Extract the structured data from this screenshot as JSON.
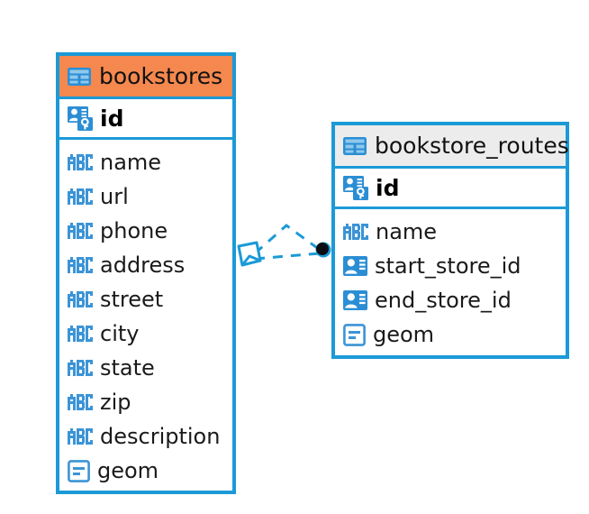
{
  "diagram": {
    "type": "entity-relationship-diagram",
    "background_color": "#ffffff",
    "border_color": "#1b9ad7"
  },
  "entities": [
    {
      "name": "bookstores",
      "header_label": "bookstores",
      "header_color": "#f5884e",
      "header_icon": "table-icon",
      "primary_key": {
        "label": "id",
        "icon": "primary-key-icon"
      },
      "fields": [
        {
          "label": "name",
          "icon": "abc-text-icon"
        },
        {
          "label": "url",
          "icon": "abc-text-icon"
        },
        {
          "label": "phone",
          "icon": "abc-text-icon"
        },
        {
          "label": "address",
          "icon": "abc-text-icon"
        },
        {
          "label": "street",
          "icon": "abc-text-icon"
        },
        {
          "label": "city",
          "icon": "abc-text-icon"
        },
        {
          "label": "state",
          "icon": "abc-text-icon"
        },
        {
          "label": "zip",
          "icon": "abc-text-icon"
        },
        {
          "label": "description",
          "icon": "abc-text-icon"
        },
        {
          "label": "geom",
          "icon": "geometry-icon"
        }
      ]
    },
    {
      "name": "bookstore_routes",
      "header_label": "bookstore_routes",
      "header_color": "#ececec",
      "header_icon": "table-icon",
      "primary_key": {
        "label": "id",
        "icon": "primary-key-icon"
      },
      "fields": [
        {
          "label": "name",
          "icon": "abc-text-icon"
        },
        {
          "label": "start_store_id",
          "icon": "foreign-key-icon"
        },
        {
          "label": "end_store_id",
          "icon": "foreign-key-icon"
        },
        {
          "label": "geom",
          "icon": "geometry-icon"
        }
      ]
    }
  ],
  "relationship": {
    "line_color": "#1b9ad7",
    "line_style": "dashed",
    "source_endpoint": "open-diamond",
    "target_endpoint": "filled-circle",
    "target_endpoint_color": "#000000"
  }
}
